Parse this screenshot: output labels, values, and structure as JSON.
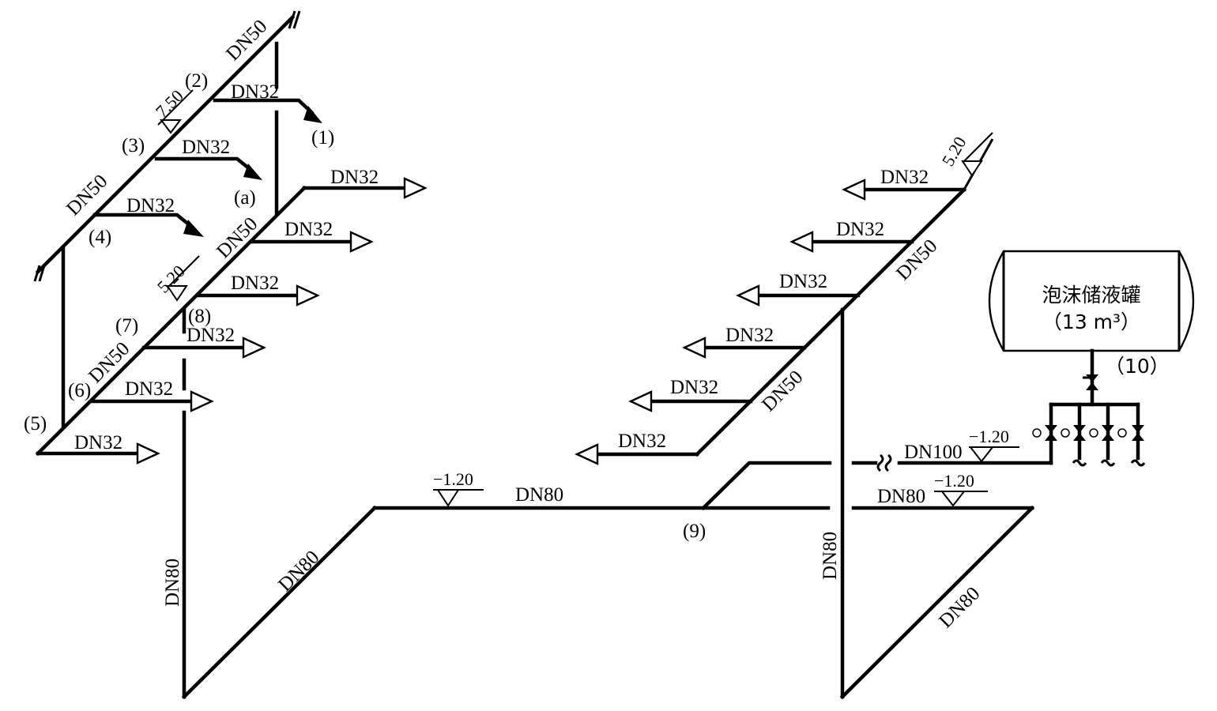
{
  "diagram": {
    "left_system": {
      "pipe_labels": {
        "top_dn50": "DN50",
        "upper_dn32": "DN32",
        "mid_dn32_a": "DN32",
        "mid_dn32_b": "DN32",
        "upper_left_dn50": "DN50",
        "lower_dn50": "DN50",
        "lower_left_dn50": "DN50",
        "branch1_dn32": "DN32",
        "branch2_dn32": "DN32",
        "branch3_dn32": "DN32",
        "branch4_dn32": "DN32",
        "branch5_dn32": "DN32",
        "branch6_dn32": "DN32",
        "riser_dn80": "DN80",
        "diag_dn80": "DN80"
      },
      "elevations": {
        "upper": "7.50",
        "lower": "5.20"
      },
      "markers": {
        "m1": "(1)",
        "m2": "(2)",
        "m3": "(3)",
        "m4": "(4)",
        "m5": "(5)",
        "m6": "(6)",
        "m7": "(7)",
        "m8": "(8)",
        "ma": "(a)"
      }
    },
    "main_line": {
      "dn80_label": "DN80",
      "elevation": "−1.20",
      "marker9": "(9)"
    },
    "right_system": {
      "pipe_labels": {
        "branch1_dn32": "DN32",
        "branch2_dn32": "DN32",
        "branch3_dn32": "DN32",
        "branch4_dn32": "DN32",
        "branch5_dn32": "DN32",
        "branch6_dn32": "DN32",
        "upper_dn50": "DN50",
        "lower_dn50": "DN50",
        "riser_dn80": "DN80",
        "diag_dn80": "DN80",
        "dn80_return": "DN80",
        "dn100": "DN100"
      },
      "elevations": {
        "top": "5.20",
        "dn100": "−1.20",
        "dn80": "−1.20"
      }
    },
    "tank": {
      "name": "泡沫储液罐",
      "capacity": "（13 m³）",
      "marker10": "（10）"
    }
  }
}
